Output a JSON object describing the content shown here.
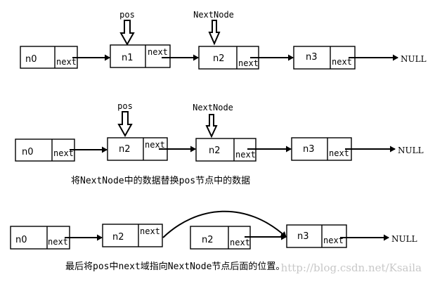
{
  "row1": {
    "pointers": {
      "pos": "pos",
      "next_node": "NextNode"
    },
    "nodes": [
      {
        "value": "n0",
        "next": "next"
      },
      {
        "value": "n1",
        "next": "next"
      },
      {
        "value": "n2",
        "next": "next"
      },
      {
        "value": "n3",
        "next": "next"
      }
    ],
    "terminal": "NULL"
  },
  "row2": {
    "pointers": {
      "pos": "pos",
      "next_node": "NextNode"
    },
    "nodes": [
      {
        "value": "n0",
        "next": "next"
      },
      {
        "value": "n2",
        "next": "next"
      },
      {
        "value": "n2",
        "next": "next"
      },
      {
        "value": "n3",
        "next": "next"
      }
    ],
    "terminal": "NULL",
    "caption": "将NextNode中的数据替换pos节点中的数据"
  },
  "row3": {
    "nodes": [
      {
        "value": "n0",
        "next": "next"
      },
      {
        "value": "n2",
        "next": "next"
      },
      {
        "value": "n2",
        "next": "next"
      },
      {
        "value": "n3",
        "next": "next"
      }
    ],
    "terminal": "NULL",
    "caption": "最后将pos中next域指向NextNode节点后面的位置。"
  },
  "watermark": "http://blog.csdn.net/Ksaila"
}
